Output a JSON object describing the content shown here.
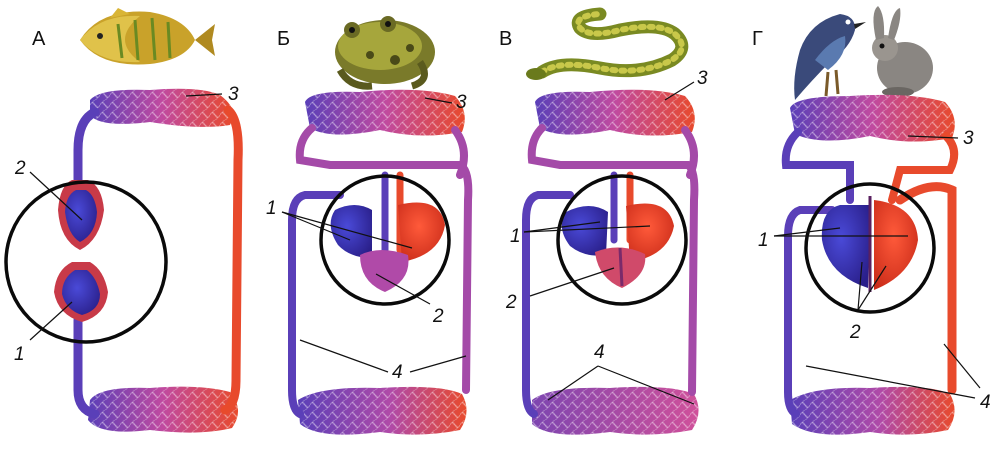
{
  "panels": [
    {
      "letter": "А",
      "labels": [
        "1",
        "2",
        "3"
      ]
    },
    {
      "letter": "Б",
      "labels": [
        "1",
        "2",
        "3",
        "4"
      ]
    },
    {
      "letter": "В",
      "labels": [
        "1",
        "2",
        "3",
        "4"
      ]
    },
    {
      "letter": "Г",
      "labels": [
        "1",
        "2",
        "3",
        "4"
      ]
    }
  ],
  "colors": {
    "deoxygenated": "#5a3fb8",
    "oxygenated": "#e84a2c",
    "mixed": "#a44aa8",
    "ring": "#0a0a0a"
  },
  "icons": [
    "fish-icon",
    "frog-icon",
    "snake-icon",
    "bird-icon",
    "rabbit-icon"
  ]
}
